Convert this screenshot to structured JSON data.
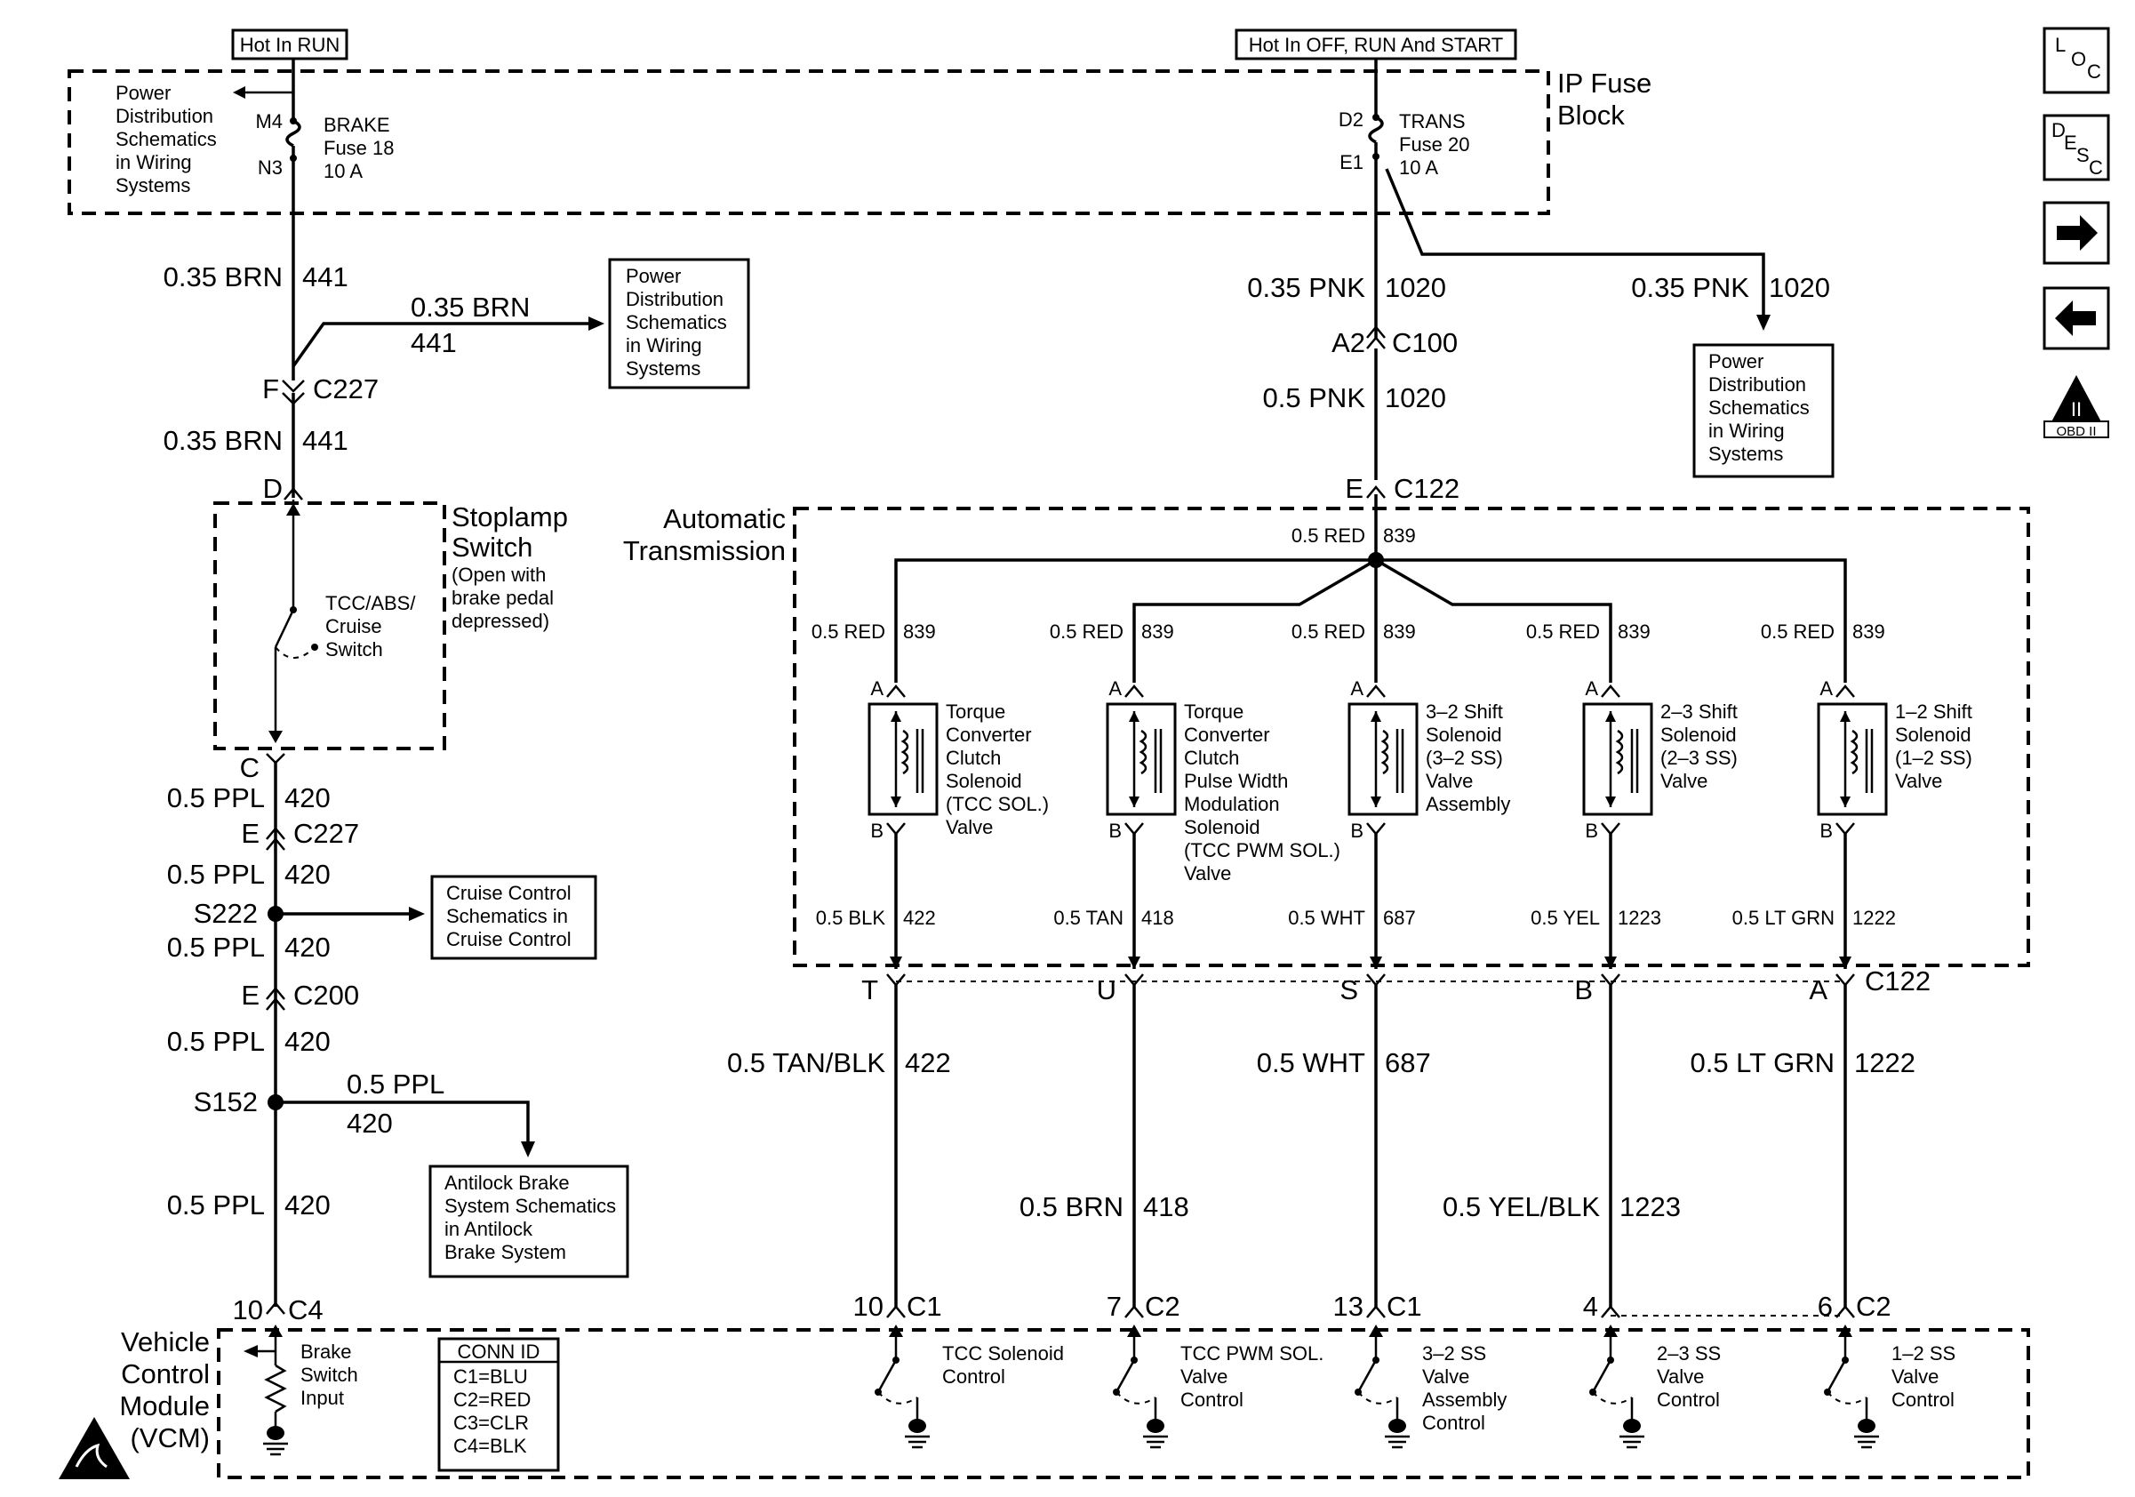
{
  "power_labels": {
    "hot_in_run": "Hot In RUN",
    "hot_in_off_run_start": "Hot In OFF, RUN And START"
  },
  "ip_fuse_block": {
    "title_1": "IP Fuse",
    "title_2": "Block",
    "brake_fuse": {
      "pin_in": "M4",
      "pin_out": "N3",
      "name": "BRAKE",
      "fuse": "Fuse 18",
      "rating": "10 A"
    },
    "trans_fuse": {
      "pin_in": "D2",
      "pin_out": "E1",
      "name": "TRANS",
      "fuse": "Fuse 20",
      "rating": "10 A"
    },
    "pd_ref": [
      "Power",
      "Distribution",
      "Schematics",
      "in Wiring",
      "Systems"
    ]
  },
  "brake_circuit": {
    "w441_a_gauge": "0.35 BRN",
    "w441_a_circuit": "441",
    "branch_gauge": "0.35 BRN",
    "branch_circuit": "441",
    "pd_box": [
      "Power",
      "Distribution",
      "Schematics",
      "in Wiring",
      "Systems"
    ],
    "c227_pin": "F",
    "c227_name": "C227",
    "w441_b_gauge": "0.35 BRN",
    "w441_b_circuit": "441",
    "switch_pin_top": "D",
    "stoplamp_title_1": "Stoplamp",
    "stoplamp_title_2": "Switch",
    "stoplamp_note": [
      "(Open with",
      "brake pedal",
      "depressed)"
    ],
    "switch_name": [
      "TCC/ABS/",
      "Cruise",
      "Switch"
    ],
    "switch_pin_bottom": "C",
    "w420_a_gauge": "0.5 PPL",
    "w420_a_circuit": "420",
    "c227b_pin": "E",
    "c227b_name": "C227",
    "w420_b_gauge": "0.5 PPL",
    "w420_b_circuit": "420",
    "s222": "S222",
    "cruise_box": [
      "Cruise Control",
      "Schematics in",
      "Cruise Control"
    ],
    "w420_c_gauge": "0.5 PPL",
    "w420_c_circuit": "420",
    "c200_pin": "E",
    "c200_name": "C200",
    "w420_d_gauge": "0.5 PPL",
    "w420_d_circuit": "420",
    "s152": "S152",
    "abs_branch_gauge": "0.5 PPL",
    "abs_branch_circuit": "420",
    "abs_box": [
      "Antilock Brake",
      "System Schematics",
      "in Antilock",
      "Brake System"
    ],
    "w420_e_gauge": "0.5 PPL",
    "w420_e_circuit": "420",
    "vcm_pin": "10",
    "vcm_conn": "C4"
  },
  "trans_circuit": {
    "w1020_a_gauge": "0.35 PNK",
    "w1020_a_circuit": "1020",
    "w1020_br_gauge": "0.35 PNK",
    "w1020_br_circuit": "1020",
    "pd_box": [
      "Power",
      "Distribution",
      "Schematics",
      "in Wiring",
      "Systems"
    ],
    "c100_pin": "A2",
    "c100_name": "C100",
    "w1020_b_gauge": "0.5 PNK",
    "w1020_b_circuit": "1020",
    "c122_pin": "E",
    "c122_name": "C122",
    "at_title_1": "Automatic",
    "at_title_2": "Transmission",
    "bus_gauge": "0.5 RED",
    "bus_circuit": "839"
  },
  "solenoids": [
    {
      "in_gauge": "0.5 RED",
      "in_circuit": "839",
      "pin_a": "A",
      "pin_b": "B",
      "name": [
        "Torque",
        "Converter",
        "Clutch",
        "Solenoid",
        "(TCC  SOL.)",
        "Valve"
      ],
      "out_gauge": "0.5 BLK",
      "out_circuit": "422",
      "c122_pin": "T",
      "harness_gauge": "0.5 TAN/BLK",
      "harness_circuit": "422",
      "vcm_pin": "10",
      "vcm_conn": "C1",
      "vcm_label": [
        "TCC Solenoid",
        "Control"
      ]
    },
    {
      "in_gauge": "0.5 RED",
      "in_circuit": "839",
      "pin_a": "A",
      "pin_b": "B",
      "name": [
        "Torque",
        "Converter",
        "Clutch",
        "Pulse Width",
        "Modulation",
        "Solenoid",
        "(TCC PWM SOL.)",
        "Valve"
      ],
      "out_gauge": "0.5 TAN",
      "out_circuit": "418",
      "c122_pin": "U",
      "harness_gauge": "0.5 BRN",
      "harness_circuit": "418",
      "vcm_pin": "7",
      "vcm_conn": "C2",
      "vcm_label": [
        "TCC PWM SOL.",
        "Valve",
        "Control"
      ]
    },
    {
      "in_gauge": "0.5 RED",
      "in_circuit": "839",
      "pin_a": "A",
      "pin_b": "B",
      "name": [
        "3–2 Shift",
        "Solenoid",
        "(3–2 SS)",
        "Valve",
        "Assembly"
      ],
      "out_gauge": "0.5 WHT",
      "out_circuit": "687",
      "c122_pin": "S",
      "harness_gauge": "0.5 WHT",
      "harness_circuit": "687",
      "vcm_pin": "13",
      "vcm_conn": "C1",
      "vcm_label": [
        "3–2 SS",
        "Valve",
        "Assembly",
        "Control"
      ]
    },
    {
      "in_gauge": "0.5 RED",
      "in_circuit": "839",
      "pin_a": "A",
      "pin_b": "B",
      "name": [
        "2–3 Shift",
        "Solenoid",
        "(2–3 SS)",
        "Valve"
      ],
      "out_gauge": "0.5 YEL",
      "out_circuit": "1223",
      "c122_pin": "B",
      "harness_gauge": "0.5 YEL/BLK",
      "harness_circuit": "1223",
      "vcm_pin": "4",
      "vcm_conn": "",
      "vcm_label": [
        "2–3 SS",
        "Valve",
        "Control"
      ]
    },
    {
      "in_gauge": "0.5 RED",
      "in_circuit": "839",
      "pin_a": "A",
      "pin_b": "B",
      "name": [
        "1–2 Shift",
        "Solenoid",
        "(1–2 SS)",
        "Valve"
      ],
      "out_gauge": "0.5 LT GRN",
      "out_circuit": "1222",
      "c122_pin": "A",
      "harness_gauge": "0.5 LT GRN",
      "harness_circuit": "1222",
      "vcm_pin": "6",
      "vcm_conn": "C2",
      "vcm_label": [
        "1–2 SS",
        "Valve",
        "Control"
      ]
    }
  ],
  "c122_bottom_name": "C122",
  "vcm": {
    "title": [
      "Vehicle",
      "Control",
      "Module",
      "(VCM)"
    ],
    "brake_input": [
      "Brake",
      "Switch",
      "Input"
    ],
    "conn_id_title": "CONN ID",
    "conn_ids": [
      "C1=BLU",
      "C2=RED",
      "C3=CLR",
      "C4=BLK"
    ]
  },
  "nav_icons": {
    "loc": [
      "L",
      "O",
      "C"
    ],
    "desc": [
      "D",
      "E",
      "S",
      "C"
    ],
    "obd_roman": "II",
    "obd_text": "OBD II"
  }
}
